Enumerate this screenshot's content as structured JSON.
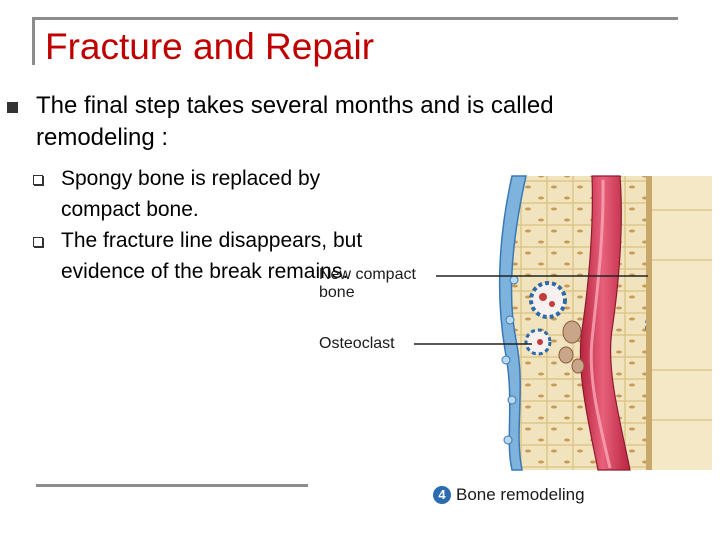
{
  "slide": {
    "title": "Fracture and Repair",
    "bullet": "The final step takes several months and is called remodeling :",
    "sub_bullets": [
      "Spongy bone is replaced by compact bone.",
      "The fracture line disappears, but evidence of the break remains."
    ]
  },
  "figure": {
    "label_new_compact": "New compact bone",
    "label_osteoclast": "Osteoclast",
    "caption_number": "4",
    "caption": "Bone remodeling"
  },
  "colors": {
    "title": "#c00000",
    "vessel": "#d63a57",
    "bone": "#eedcb2",
    "periosteum": "#6fa8d6",
    "caption_badge": "#2b6cb0"
  }
}
